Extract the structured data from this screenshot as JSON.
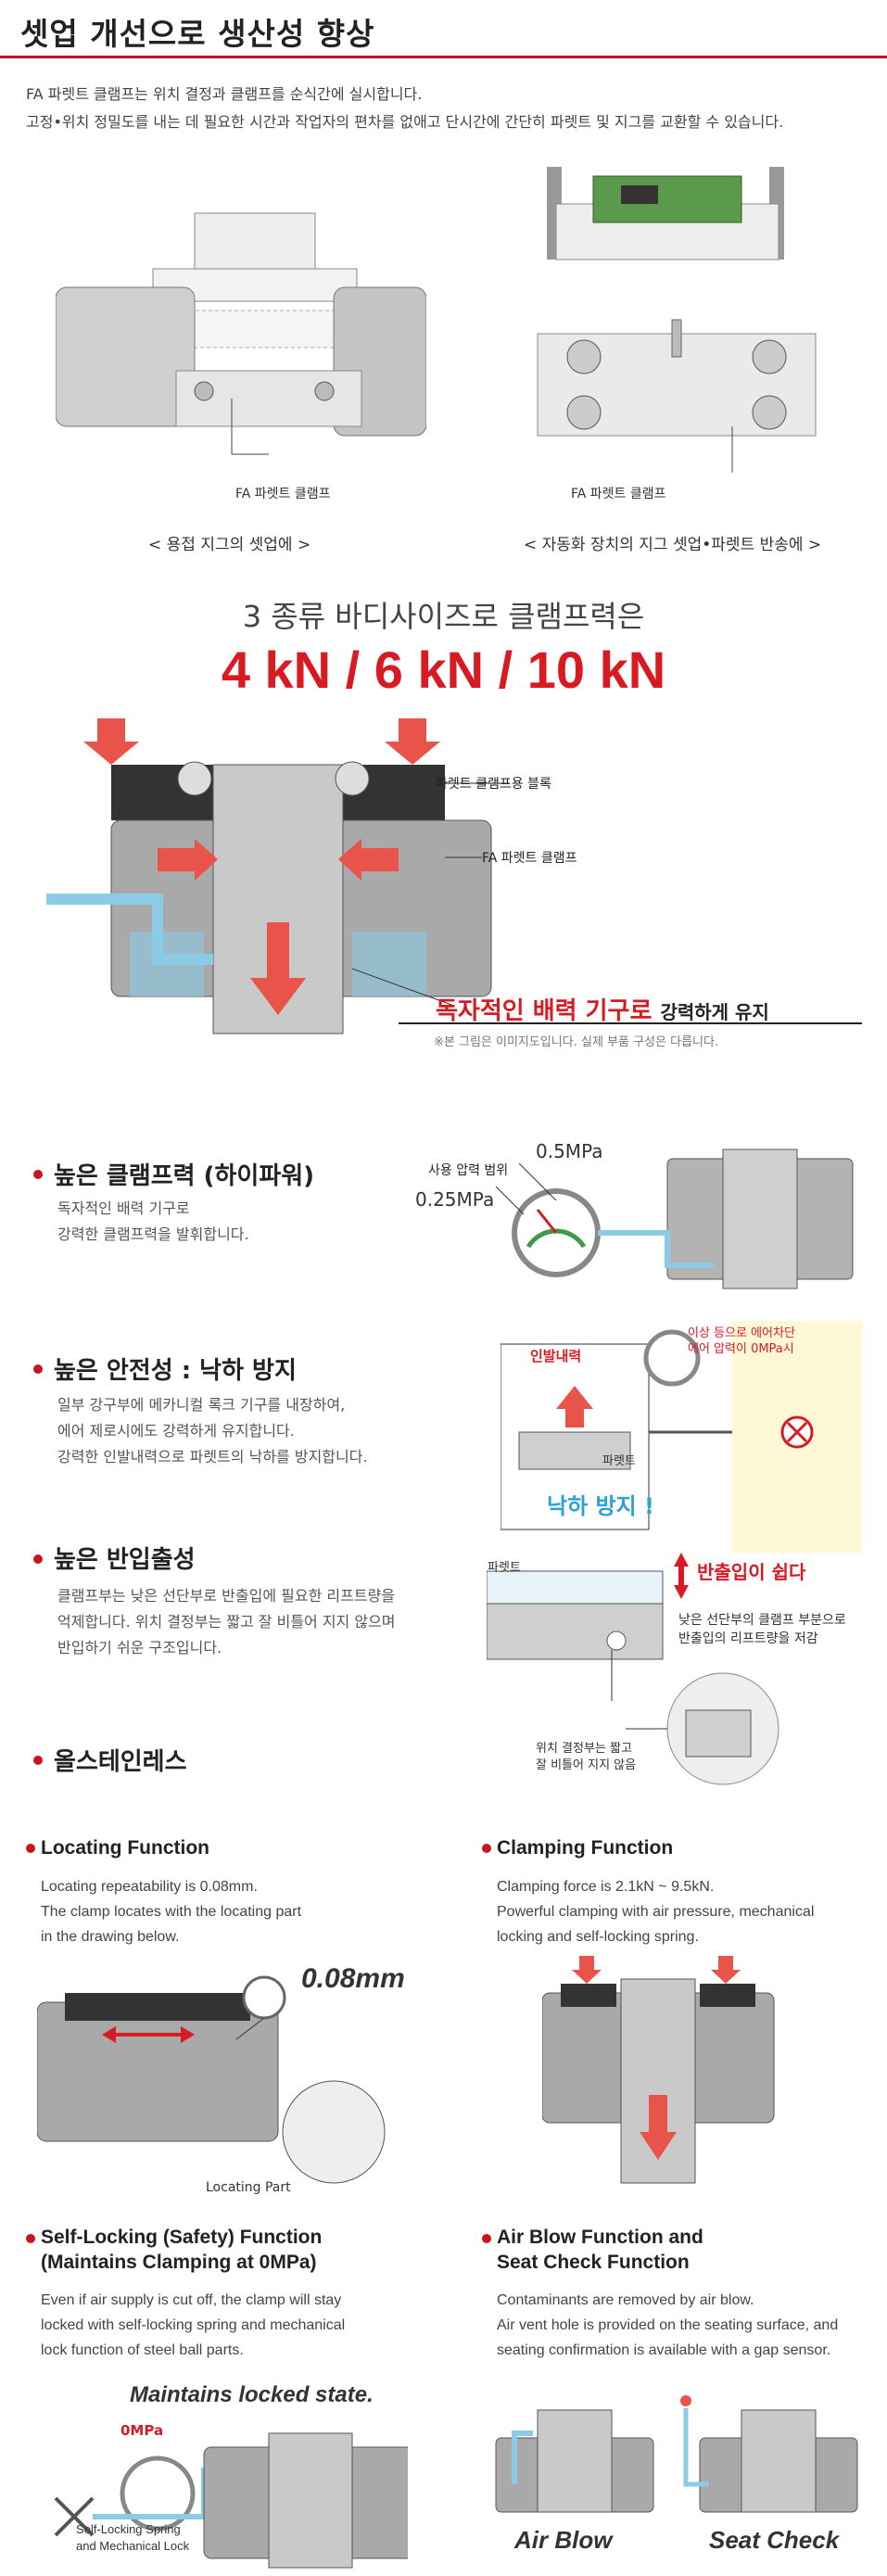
{
  "title": "셋업 개선으로 생산성 향상",
  "intro": [
    "FA 파렛트 클램프는 위치 결정과 클램프를 순식간에 실시합니다.",
    "고정•위치 정밀도를 내는 데 필요한 시간과 작업자의 편차를 없애고 단시간에 간단히 파렛트 및 지그를 교환할 수 있습니다."
  ],
  "setup_left": {
    "label": "FA 파렛트 클램프",
    "caption": "< 용접 지그의 셋업에 >"
  },
  "setup_right": {
    "label": "FA 파렛트 클램프",
    "caption": "< 자동화 장치의 지그 셋업•파렛트 반송에 >"
  },
  "force_sub": "3 종류 바디사이즈로 클램프력은",
  "force_values": "4 kN / 6 kN / 10 kN",
  "cross": {
    "block_label": "파렛트 클램프용 블록",
    "clamp_label": "FA 파렛트 클램프",
    "mechanism_red": "독자적인 배력 기구로",
    "mechanism_black": "강력하게 유지",
    "note": "※본 그림은 이미지도입니다. 실제 부품 구성은 다릅니다."
  },
  "features": [
    {
      "heading": "높은 클램프력 (하이파워)",
      "body": "독자적인 배력 기구로\n강력한 클램프력을 발휘합니다."
    },
    {
      "heading": "높은 안전성 : 낙하 방지",
      "body": "일부 강구부에 메카니컬 록크 기구를 내장하여,\n에어 제로시에도 강력하게 유지합니다.\n강력한 인발내력으로 파렛트의 낙하를 방지합니다."
    },
    {
      "heading": "높은 반입출성",
      "body": "클램프부는 낮은 선단부로 반출입에 필요한 리프트량을\n억제합니다. 위치 결정부는 짧고 잘 비틀어 지지 않으며\n반입하기 쉬운 구조입니다."
    },
    {
      "heading": "올스테인레스",
      "body": ""
    }
  ],
  "fig_power": {
    "range_label": "사용 압력 범위",
    "high": "0.5MPa",
    "low": "0.25MPa"
  },
  "fig_safety": {
    "pull_label": "인발내력",
    "pallet_label": "파렛트",
    "air_note": "이상 등으로 에어차단\n에어 압력이 0MPa시",
    "fall_label": "낙하 방지 !"
  },
  "fig_loading": {
    "pallet_label": "파렛트",
    "easy_label": "반출입이 쉽다",
    "tip_note": "낮은 선단부의 클램프 부분으로\n반출입의 리프트량을 저감",
    "locate_note": "위치 결정부는 짧고\n잘 비틀어 지지 않음"
  },
  "functions": [
    {
      "heading": "Locating Function",
      "body": "Locating repeatability is 0.08mm.\nThe clamp locates with the locating part\nin the drawing below.",
      "figure_value": "0.08mm",
      "figure_label": "Locating Part"
    },
    {
      "heading": "Clamping Function",
      "body": "Clamping force is 2.1kN ~ 9.5kN.\nPowerful clamping with air pressure, mechanical\nlocking and self-locking spring."
    },
    {
      "heading": "Self-Locking (Safety) Function\n(Maintains Clamping at 0MPa)",
      "body": "Even if air supply is cut off, the clamp will stay\nlocked with self-locking spring and mechanical\nlock function of steel ball parts.",
      "figure_title": "Maintains locked state.",
      "figure_pressure": "0MPa",
      "figure_label": "Self-Locking Spring\nand Mechanical Lock"
    },
    {
      "heading": "Air Blow Function and\nSeat Check Function",
      "body": "Contaminants are removed by air blow.\nAir vent hole is provided on the seating surface, and\nseating confirmation is available with a gap sensor.",
      "figure_left": "Air Blow",
      "figure_right": "Seat Check"
    }
  ],
  "colors": {
    "accent": "#d81b22",
    "steel": "#9a9a9a",
    "air": "#8ccbe6"
  }
}
